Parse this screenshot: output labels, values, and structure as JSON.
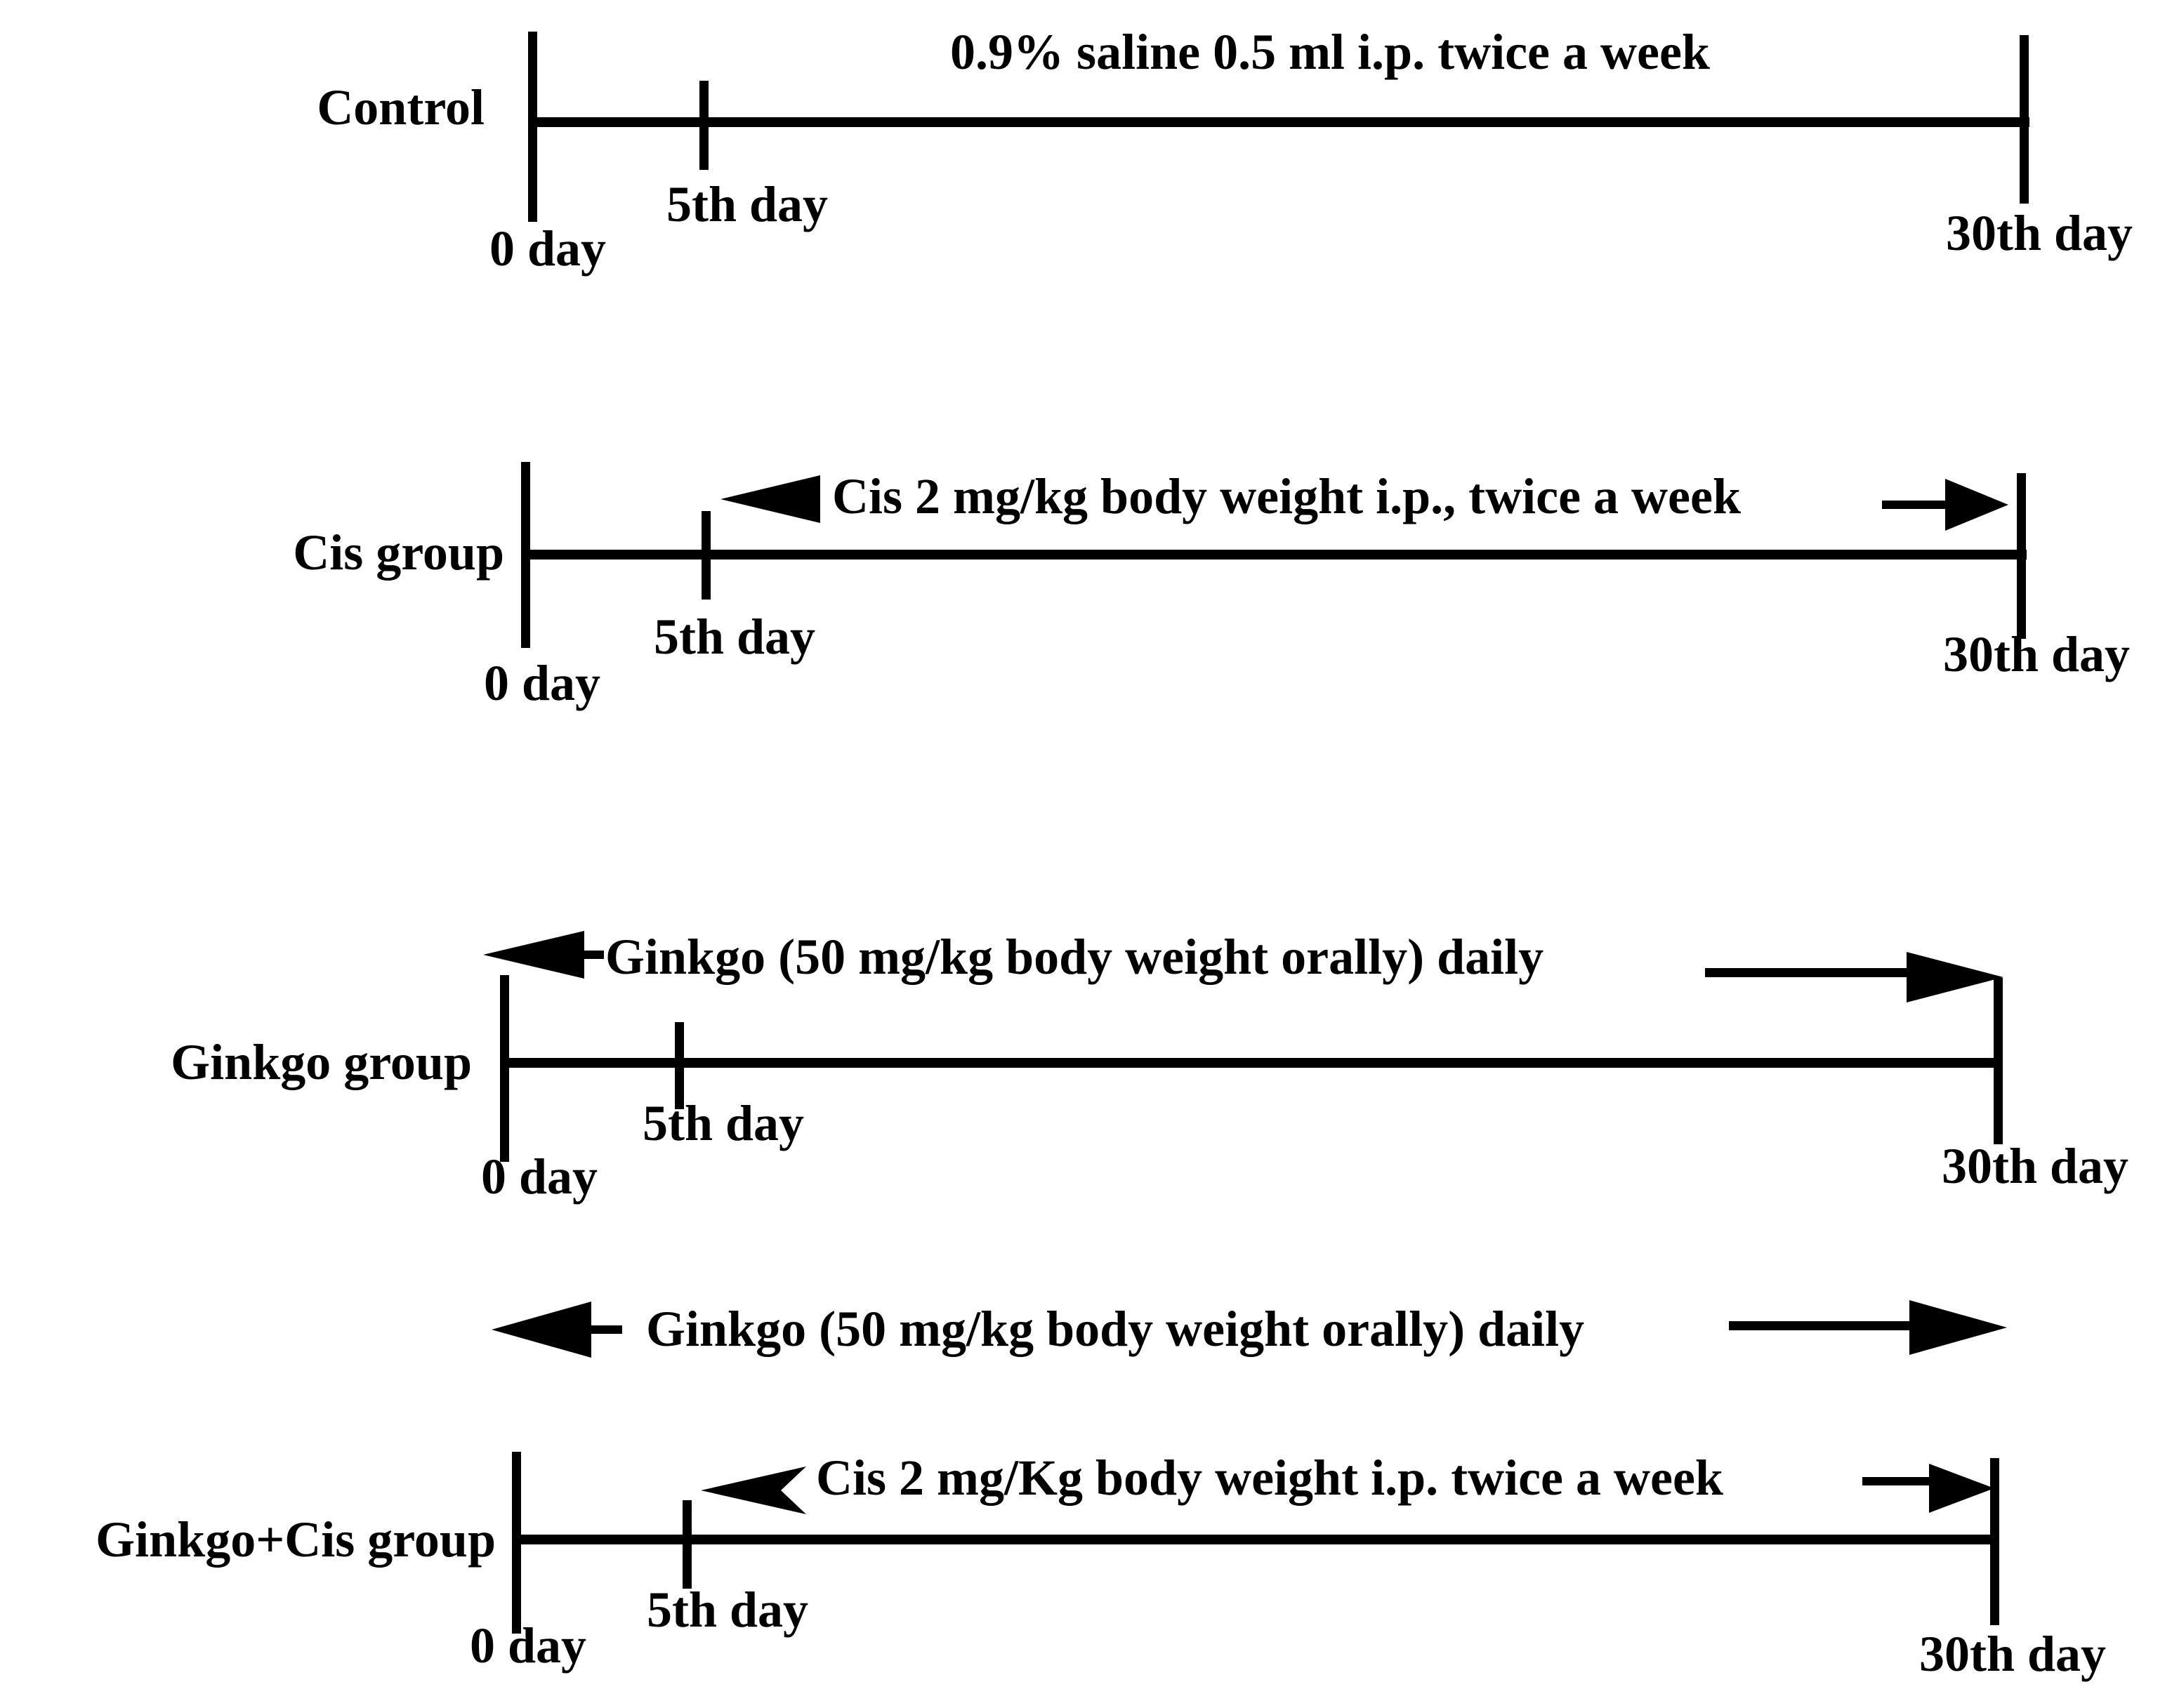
{
  "colors": {
    "ink": "#000000",
    "background": "#ffffff"
  },
  "timeline_days": {
    "start": "0 day",
    "mid": "5th day",
    "end": "30th day"
  },
  "groups": [
    {
      "label": "Control",
      "annotation": "0.9% saline 0.5 ml i.p. twice a week",
      "day0": "0 day",
      "day5": "5th day",
      "day30": "30th day"
    },
    {
      "label": "Cis group",
      "annotation": "Cis 2 mg/kg body weight i.p., twice a week",
      "day0": "0 day",
      "day5": "5th day",
      "day30": "30th day"
    },
    {
      "label": "Ginkgo group",
      "annotation": "Ginkgo (50 mg/kg body weight orally) daily",
      "day0": "0 day",
      "day5": "5th day",
      "day30": "30th day"
    },
    {
      "label": "Ginkgo+Cis group",
      "annotation_top": "Ginkgo (50 mg/kg body weight orally) daily",
      "annotation": "Cis 2 mg/Kg body weight i.p. twice a week",
      "day0": "0 day",
      "day5": "5th day",
      "day30": "30th day"
    }
  ]
}
